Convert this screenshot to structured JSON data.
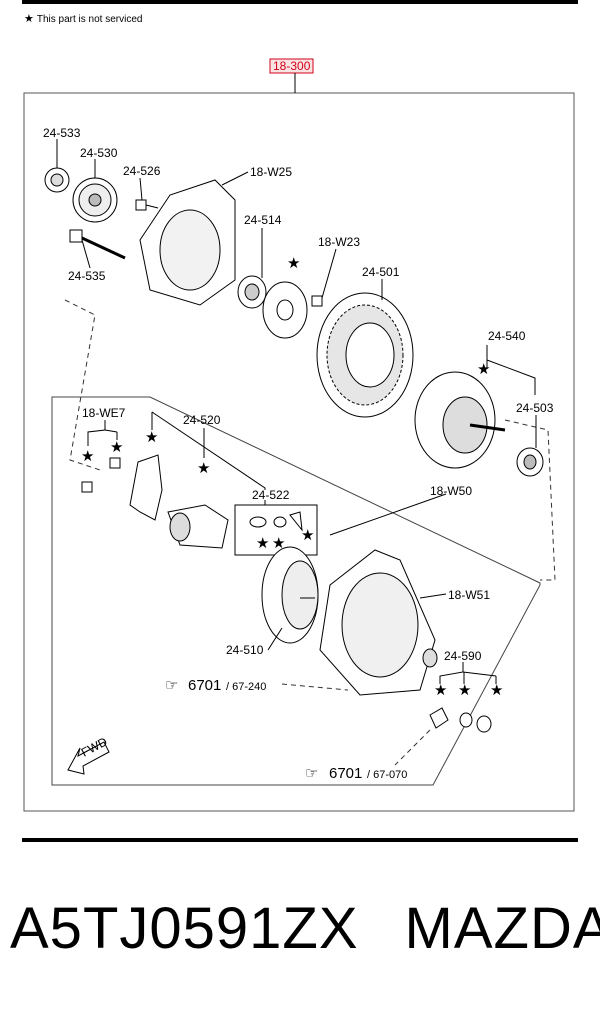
{
  "note": {
    "symbol": "★",
    "text": "This part is not serviced"
  },
  "group_label": "18-300",
  "labels": {
    "l24_533": "24-533",
    "l24_530": "24-530",
    "l24_526": "24-526",
    "l18_W25": "18-W25",
    "l24_535": "24-535",
    "l24_514": "24-514",
    "l18_W23": "18-W23",
    "l24_501": "24-501",
    "l24_540": "24-540",
    "l24_503": "24-503",
    "l18_WE7": "18-WE7",
    "l24_520": "24-520",
    "l24_522": "24-522",
    "l18_W50": "18-W50",
    "l18_W51": "18-W51",
    "l24_510": "24-510",
    "l24_590": "24-590",
    "fwd": "FWD"
  },
  "refs": [
    {
      "main": "6701",
      "sub": "/ 67-240"
    },
    {
      "main": "6701",
      "sub": "/ 67-070"
    }
  ],
  "footer": {
    "part_number": "A5TJ0591ZX",
    "brand": "MAZDA"
  }
}
